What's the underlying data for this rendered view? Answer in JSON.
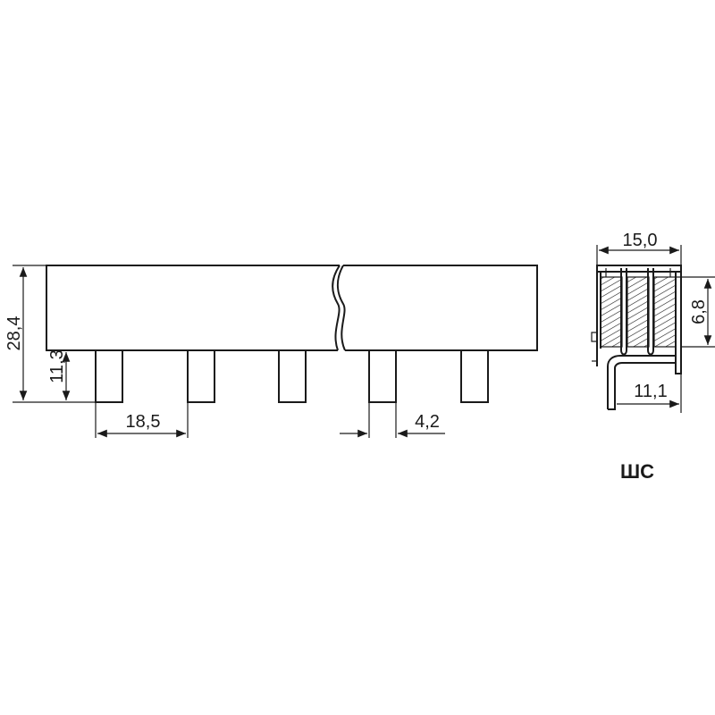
{
  "dimensions": {
    "overall_height": "28,4",
    "pin_length": "11,3",
    "pin_pitch": "18,5",
    "pin_width": "4,2",
    "section_width": "15,0",
    "section_inner_height": "6,8",
    "section_lower_width": "11,1"
  },
  "label": "ШС",
  "colors": {
    "line": "#1a1a1a",
    "background": "#ffffff"
  }
}
